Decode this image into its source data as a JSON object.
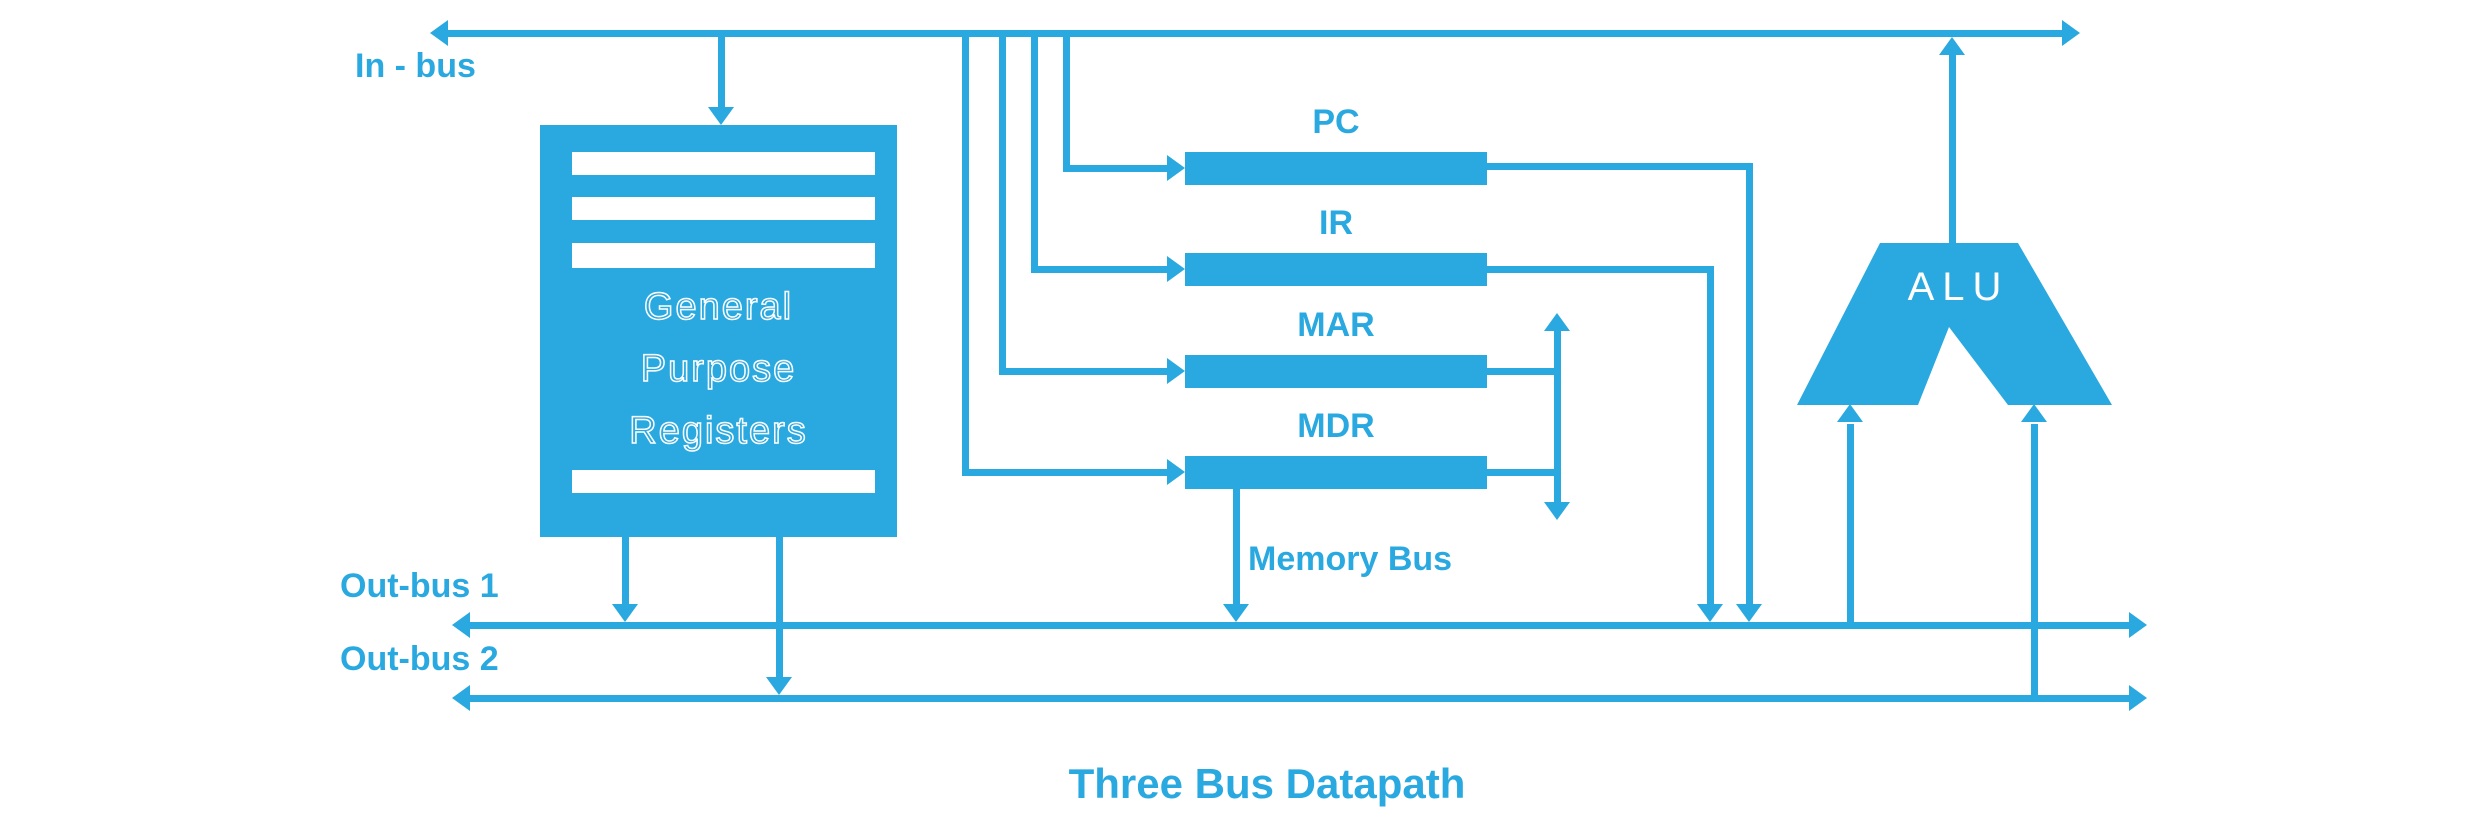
{
  "colors": {
    "primary": "#29a9e0",
    "text_on_fill": "#ffffff"
  },
  "title": "Three Bus Datapath",
  "buses": {
    "in_bus_label": "In - bus",
    "out_bus1_label": "Out-bus 1",
    "out_bus2_label": "Out-bus 2",
    "memory_bus_label": "Memory Bus"
  },
  "registers": [
    {
      "label": "PC"
    },
    {
      "label": "IR"
    },
    {
      "label": "MAR"
    },
    {
      "label": "MDR"
    }
  ],
  "gpr_block": {
    "line1": "General",
    "line2": "Purpose",
    "line3": "Registers"
  },
  "alu_label": "ALU"
}
